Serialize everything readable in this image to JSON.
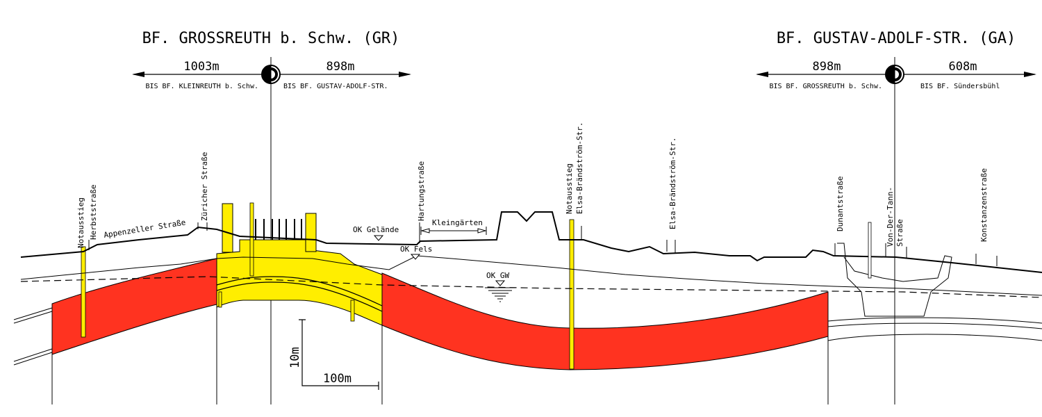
{
  "stations": [
    {
      "title": "BF. GROSSREUTH b. Schw. (GR)",
      "left_distance": "1003m",
      "left_target": "BIS BF. KLEINREUTH b. Schw.",
      "right_distance": "898m",
      "right_target": "BIS BF. GUSTAV-ADOLF-STR."
    },
    {
      "title": "BF. GUSTAV-ADOLF-STR. (GA)",
      "left_distance": "898m",
      "left_target": "BIS BF. GROSSREUTH b. Schw.",
      "right_distance": "608m",
      "right_target": "BIS BF. Sündersbühl"
    }
  ],
  "labels": {
    "notausstieg_1": "Notausstieg",
    "herbststrasse": "Herbststraße",
    "appenzeller": "Appenzeller Straße",
    "zuericher": "Züricher Straße",
    "ok_gelaende": "OK Gelände",
    "ok_fels": "OK Fels",
    "hartungstrasse": "Hartungstraße",
    "kleingaerten": "Kleingärten",
    "ok_gw": "OK GW",
    "notausstieg_2": "Notausstieg",
    "elsa_1": "Elsa-Brändström-Str.",
    "elsa_2": "Elsa-Brändström-Str.",
    "dunantstrasse": "Dunantstraße",
    "von_der_tann_1": "Von-Der-Tann-",
    "von_der_tann_2": "Straße",
    "konstanzenstrasse": "Konstanzenstraße"
  },
  "scale": {
    "vertical": "10m",
    "horizontal": "100m"
  },
  "colors": {
    "tunnel_red": "#ff3320",
    "station_yellow": "#ffee00"
  }
}
